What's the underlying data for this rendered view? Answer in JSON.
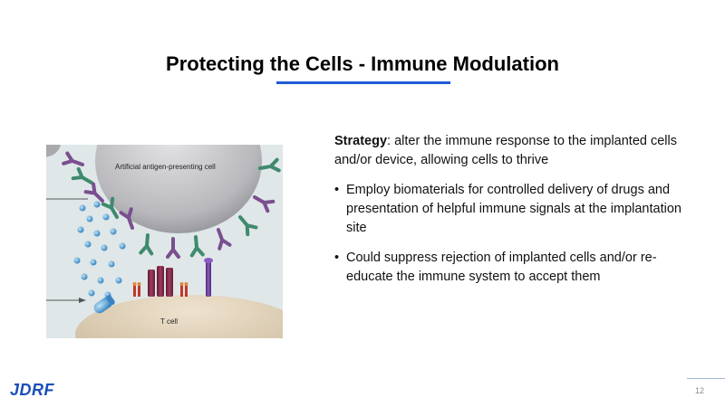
{
  "slide": {
    "title": "Protecting the Cells - Immune Modulation",
    "page_number": "12",
    "logo_text": "JDRF"
  },
  "figure": {
    "apc_label": "Artificial antigen-presenting cell",
    "tcell_label": "T cell"
  },
  "content": {
    "strategy_label": "Strategy",
    "strategy_text": ": alter the immune response to the implanted cells and/or device, allowing cells to thrive",
    "bullet_glyph": "•",
    "bullets": [
      "Employ biomaterials for controlled delivery of drugs and presentation of helpful immune signals at the implantation site",
      "Could suppress rejection of implanted cells and/or re-educate the immune system to accept them"
    ]
  },
  "colors": {
    "title_underline": "#1f5bd6",
    "logo": "#1a4fb8",
    "figure_background": "#dfe7e8",
    "antibody_purple": "#7a4f8f",
    "antibody_green": "#3f8a6e",
    "bead_blue": "#4d9bd3"
  }
}
